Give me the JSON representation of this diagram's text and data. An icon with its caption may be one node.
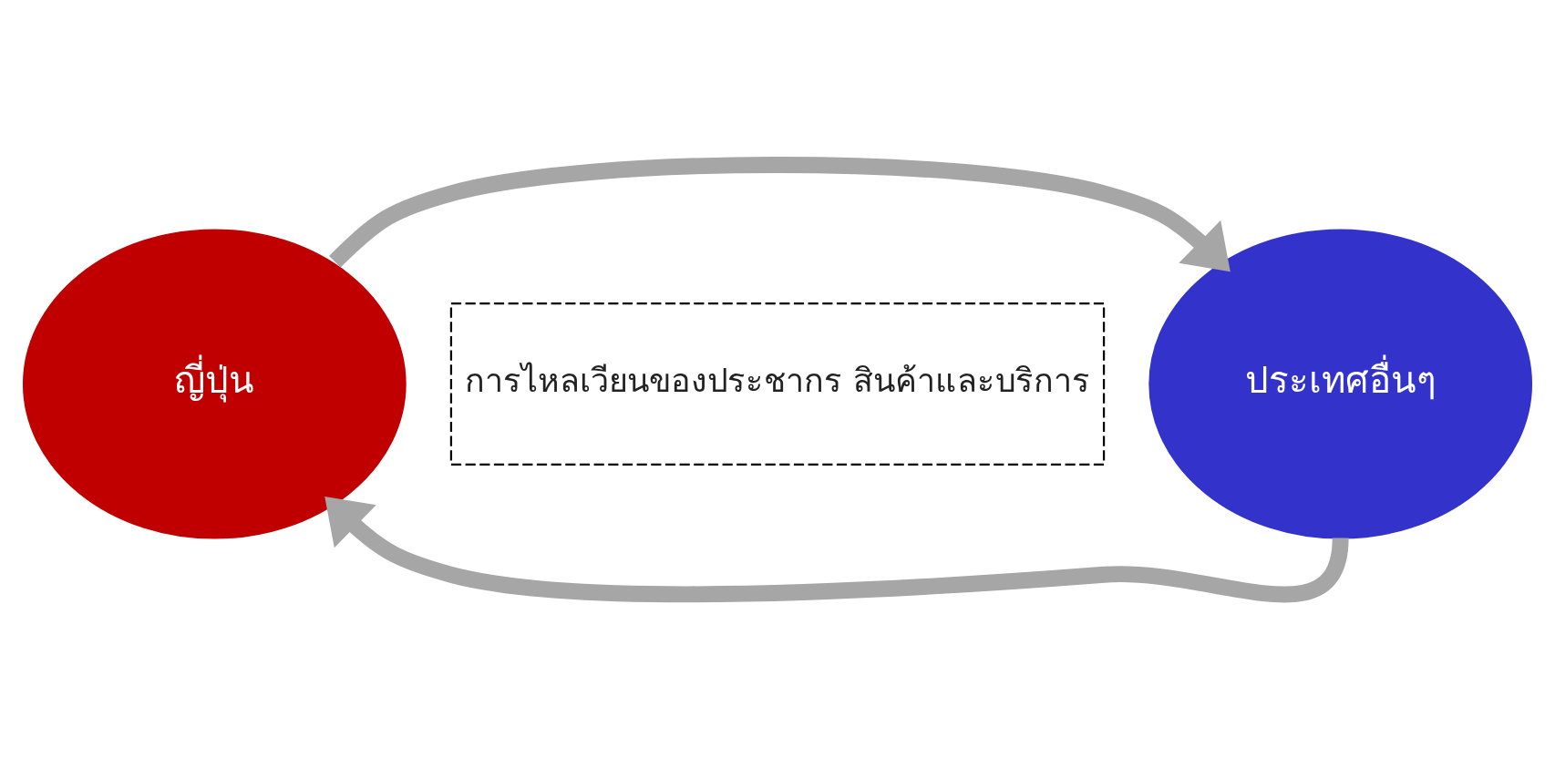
{
  "diagram": {
    "nodes": [
      {
        "text": [
          "ญี่ปุ่น"
        ]
      },
      {
        "text": [
          "การไหลเวียนของประชากร สินค้าและบริการ"
        ]
      },
      {
        "text": [
          "ประเทศอื่นๆ"
        ]
      }
    ],
    "edges": [
      {
        "from": 0,
        "to": 2,
        "arrow": "to"
      },
      {
        "from": 2,
        "to": 0,
        "arrow": "to"
      }
    ]
  }
}
